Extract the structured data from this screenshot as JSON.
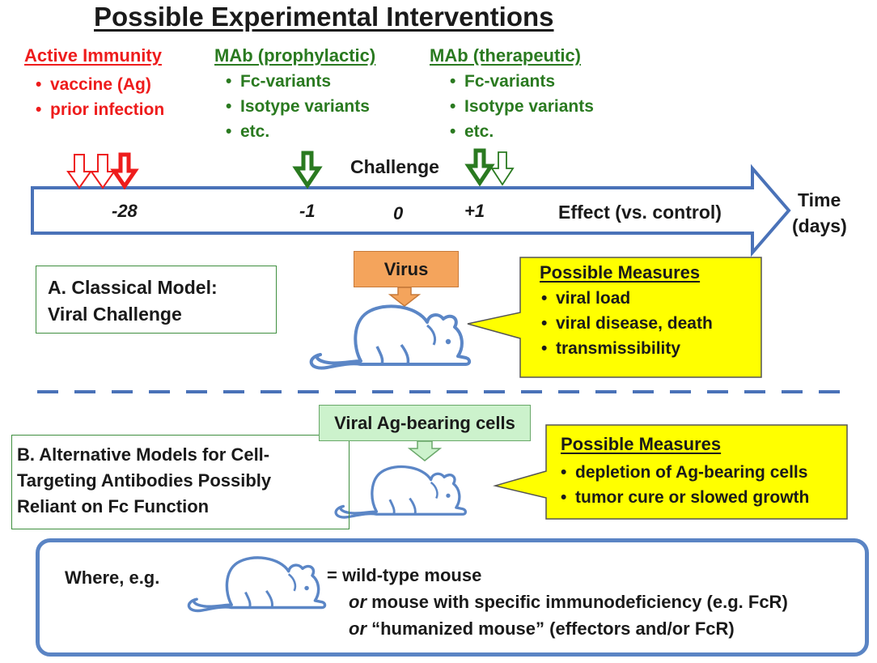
{
  "title": "Possible Experimental Interventions",
  "columns": {
    "active": {
      "heading": "Active Immunity",
      "items": [
        "vaccine (Ag)",
        "prior infection"
      ]
    },
    "prophylactic": {
      "heading": "MAb (prophylactic)",
      "items": [
        "Fc-variants",
        "Isotype variants",
        "etc."
      ]
    },
    "therapeutic": {
      "heading": "MAb (therapeutic)",
      "items": [
        "Fc-variants",
        "Isotype variants",
        "etc."
      ]
    }
  },
  "timeline": {
    "challenge_label": "Challenge",
    "ticks": [
      "-28",
      "-1",
      "0",
      "+1"
    ],
    "effect_label": "Effect (vs. control)",
    "axis_label_line1": "Time",
    "axis_label_line2": "(days)"
  },
  "model_a": {
    "label_line1": "A.  Classical Model:",
    "label_line2": "Viral Challenge",
    "agent": "Virus",
    "measures_title": "Possible Measures",
    "measures": [
      "viral load",
      "viral disease, death",
      "transmissibility"
    ]
  },
  "model_b": {
    "label_line1": "B. Alternative Models for Cell-",
    "label_line2": "Targeting Antibodies Possibly",
    "label_line3": "Reliant on Fc Function",
    "agent": "Viral Ag-bearing cells",
    "measures_title": "Possible Measures",
    "measures": [
      "depletion of Ag-bearing cells",
      "tumor cure or slowed growth"
    ]
  },
  "legend": {
    "where": "Where, e.g.",
    "eq": "= wild-type mouse",
    "or1_prefix": "or",
    "or1_text": " mouse with specific immunodeficiency (e.g. FcR)",
    "or2_prefix": "or",
    "or2_text": " “humanized mouse” (effectors and/or FcR)"
  },
  "colors": {
    "active": "#ee1c1c",
    "mab": "#2a7a20",
    "timeline_stroke": "#4a72b8",
    "callout_fill": "#ffff00",
    "virus_box": "#f4a45c",
    "ag_box": "#ccf2cc",
    "mouse": "#5b86c6"
  },
  "icons": [
    "mouse-icon",
    "down-arrow-icon"
  ]
}
